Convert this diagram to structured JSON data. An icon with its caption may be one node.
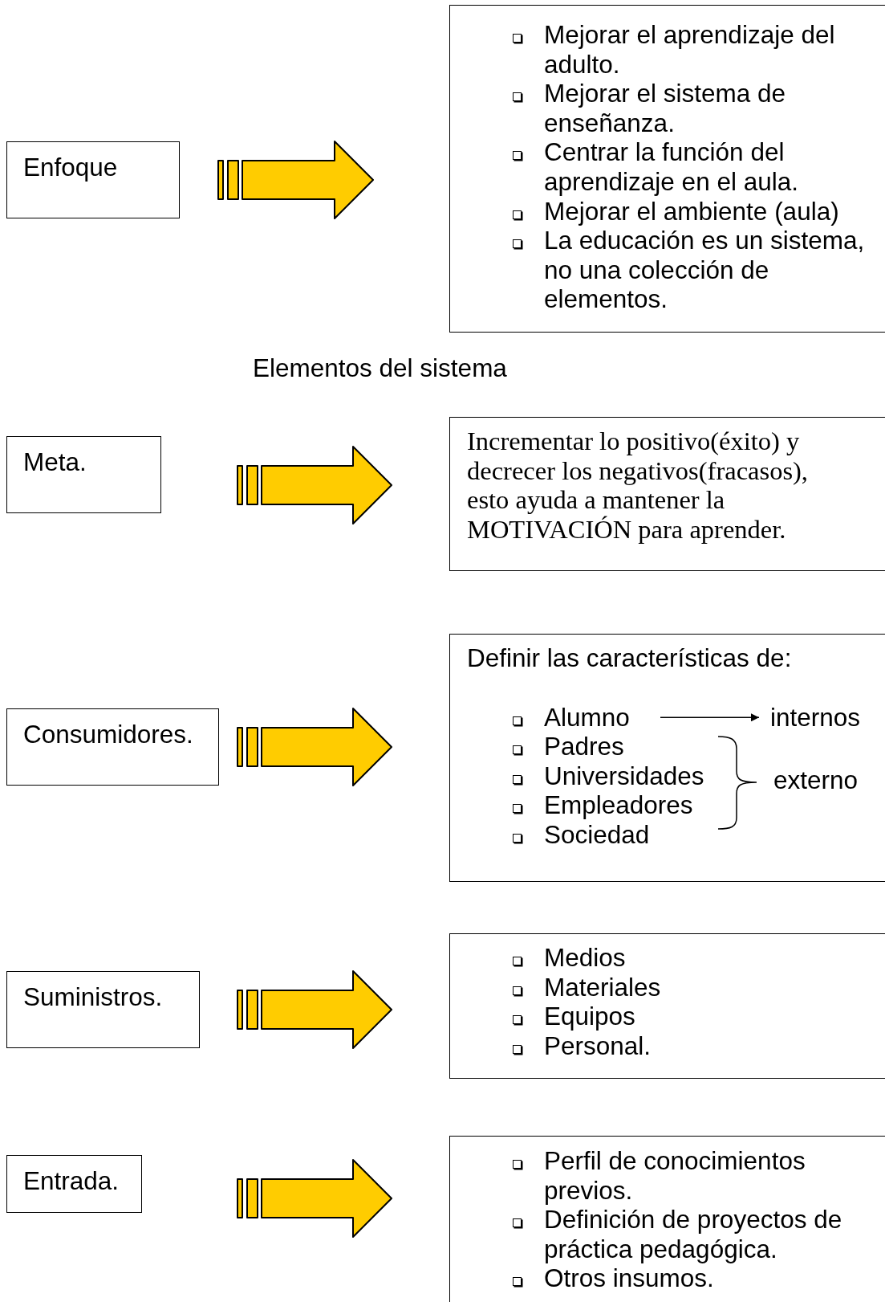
{
  "diagram": {
    "title": "Elementos del sistema",
    "nodes": [
      {
        "text": [
          "Enfoque"
        ]
      },
      {
        "text": [
          "Mejorar el aprendizaje del adulto.",
          "Mejorar el sistema de enseñanza.",
          "Centrar la función del aprendizaje en el aula.",
          "Mejorar el ambiente (aula)",
          "La educación es un sistema, no una colección de elementos."
        ]
      },
      {
        "text": [
          "Meta."
        ]
      },
      {
        "text": [
          "Incrementar lo positivo(éxito) y decrecer los negativos(fracasos), esto ayuda a mantener la MOTIVACIÓN para aprender."
        ]
      },
      {
        "text": [
          "Consumidores."
        ]
      },
      {
        "text": [
          "Definir las características de:",
          "Padres",
          "Universidades",
          "Empleadores",
          "Sociedad"
        ]
      },
      {
        "text": [
          "Alumno"
        ],
        "in": 5
      },
      {
        "text": [
          "internos"
        ],
        "in": 5
      },
      {
        "text": [
          "Suministros."
        ]
      },
      {
        "text": [
          "Medios",
          "Materiales",
          "Equipos",
          "Personal."
        ]
      },
      {
        "text": [
          "Entrada."
        ]
      },
      {
        "text": [
          "Perfil de conocimientos previos.",
          "Definición de proyectos de práctica pedagógica.",
          "Otros insumos."
        ]
      }
    ],
    "edges": [
      {
        "from": 0,
        "to": 1,
        "arrow": "to"
      },
      {
        "from": 2,
        "to": 3,
        "arrow": "to"
      },
      {
        "from": 4,
        "to": 5,
        "arrow": "to"
      },
      {
        "from": 6,
        "to": 7,
        "arrow": "to"
      },
      {
        "from": 8,
        "to": 9,
        "arrow": "to"
      },
      {
        "from": 10,
        "to": 11,
        "arrow": "to"
      }
    ],
    "labels": [
      "externo"
    ]
  }
}
